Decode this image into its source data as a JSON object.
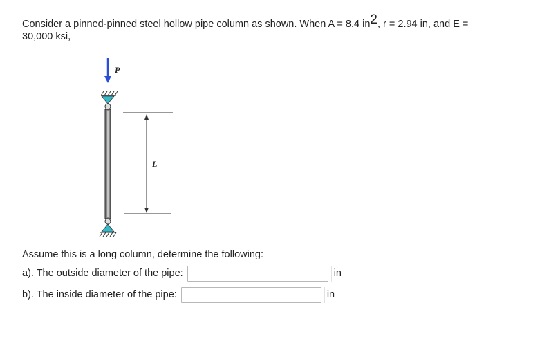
{
  "problem": {
    "text_before_sup": "Consider a pinned-pinned steel hollow pipe column as shown. When A = 8.4 in",
    "sup": "2",
    "text_after_sup": ", r = 2.94 in, and E =",
    "text_line2": "30,000 ksi,"
  },
  "figure": {
    "load_label": "P",
    "length_label": "L",
    "load_arrow_color": "#2a4fd6",
    "pin_color": "#39b8c6"
  },
  "prompt": "Assume this is a long column, determine the following:",
  "questions": [
    {
      "label": "a). The outside diameter of the pipe:",
      "value": "",
      "unit": "in"
    },
    {
      "label": "b). The inside diameter of the pipe:",
      "value": "",
      "unit": "in"
    }
  ]
}
